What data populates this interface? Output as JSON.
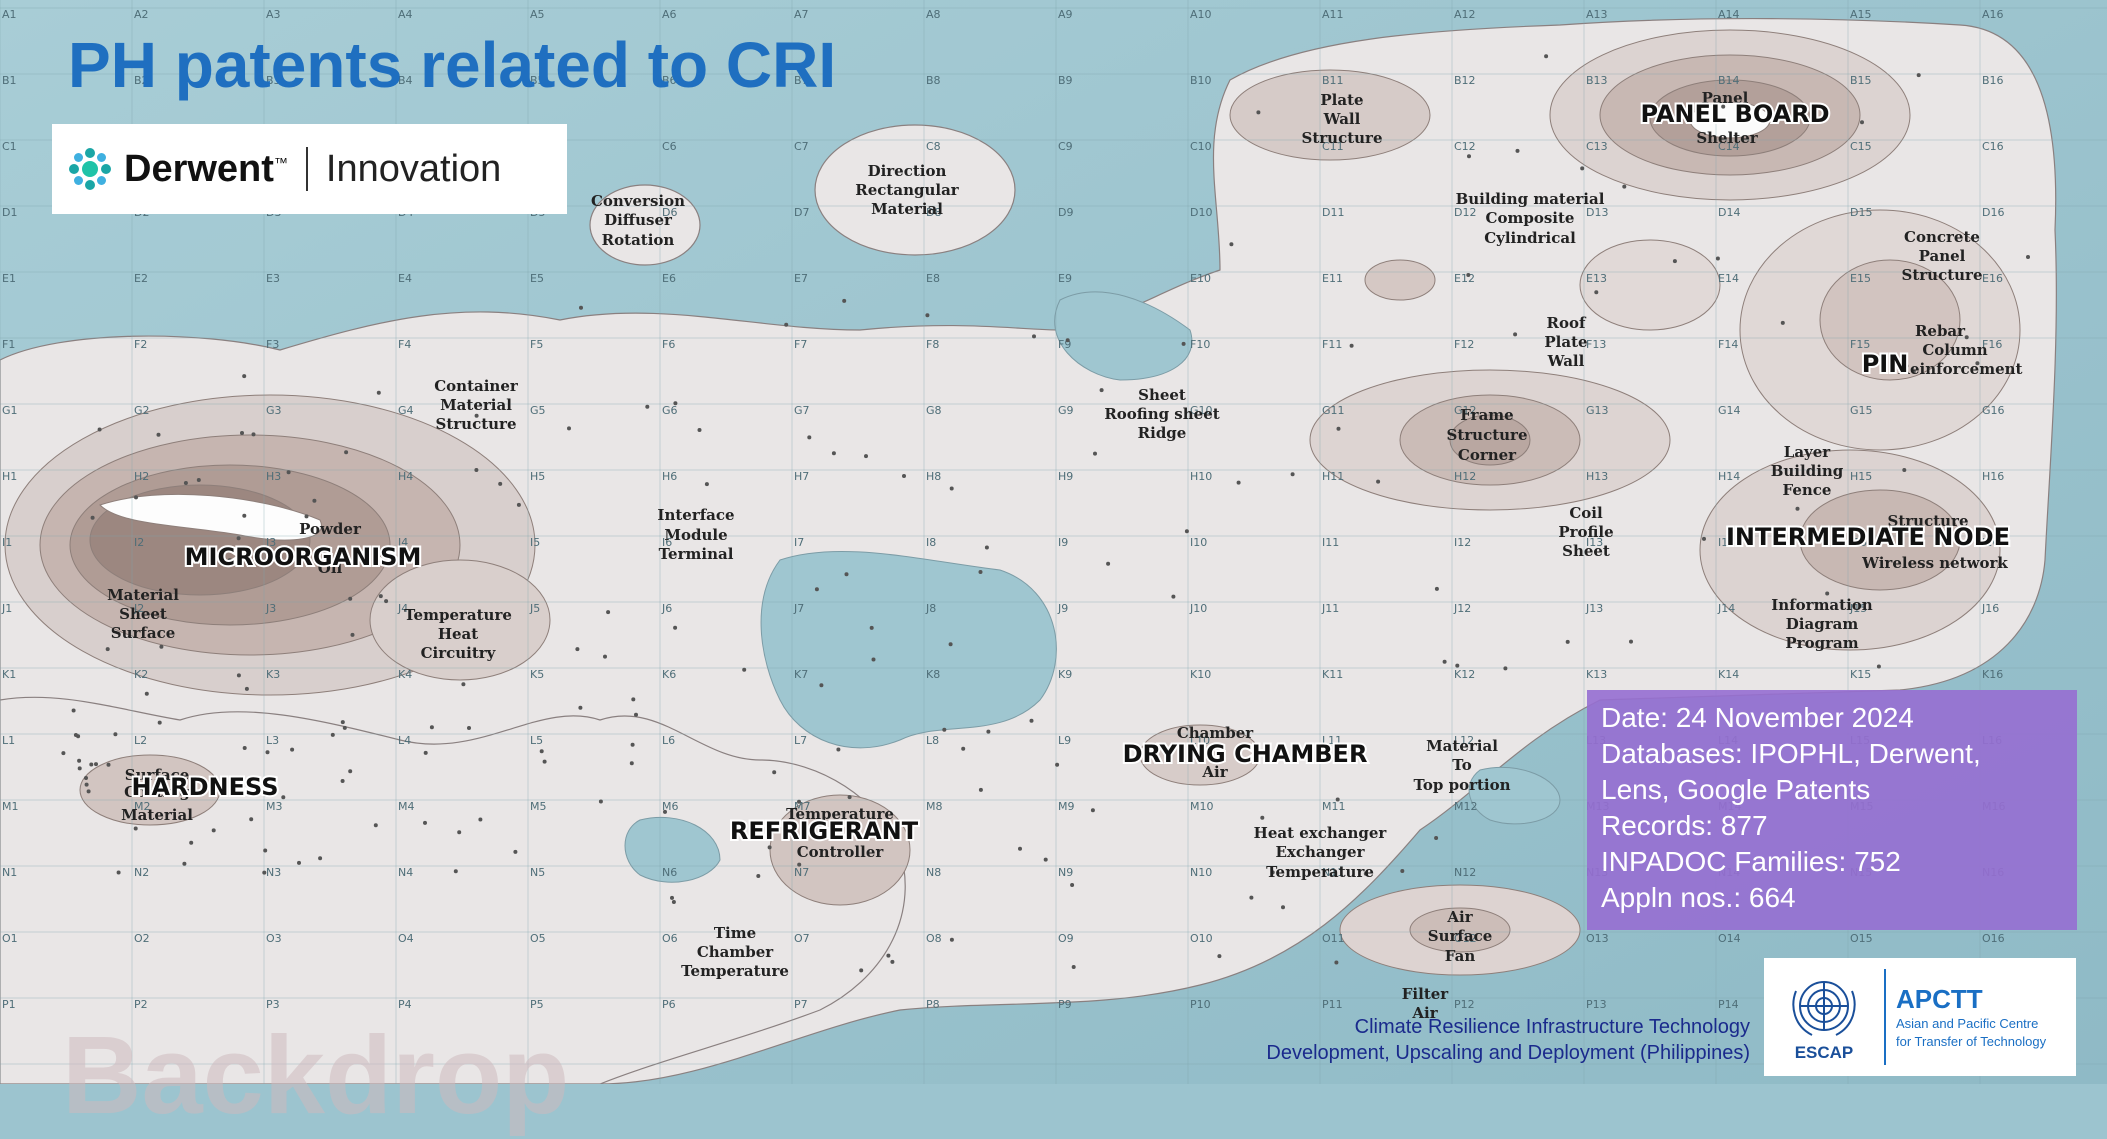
{
  "title": "PH patents related to CRI",
  "derwent_logo": {
    "brand": "Derwent",
    "trademark": "™",
    "product": "Innovation"
  },
  "grid": {
    "columns": [
      "A",
      "B",
      "C",
      "D",
      "E",
      "F",
      "G",
      "H",
      "I",
      "J",
      "K",
      "L",
      "M",
      "N",
      "O",
      "P"
    ],
    "rows": [
      "1",
      "2",
      "3",
      "4",
      "5",
      "6",
      "7",
      "8",
      "9",
      "10",
      "11",
      "12",
      "13",
      "14",
      "15",
      "16"
    ]
  },
  "clusters": [
    {
      "label": "PANEL BOARD"
    },
    {
      "label": "PIN"
    },
    {
      "label": "INTERMEDIATE NODE"
    },
    {
      "label": "MICROORGANISM"
    },
    {
      "label": "HARDNESS"
    },
    {
      "label": "REFRIGERANT"
    },
    {
      "label": "DRYING CHAMBER"
    }
  ],
  "terms": [
    {
      "label": "Plate"
    },
    {
      "label": "Wall"
    },
    {
      "label": "Structure"
    },
    {
      "label": "Panel"
    },
    {
      "label": "Shelter"
    },
    {
      "label": "Building material"
    },
    {
      "label": "Composite"
    },
    {
      "label": "Cylindrical"
    },
    {
      "label": "Concrete"
    },
    {
      "label": "Panel"
    },
    {
      "label": "Structure"
    },
    {
      "label": "Rebar"
    },
    {
      "label": "Column"
    },
    {
      "label": "Reinforcement"
    },
    {
      "label": "Roof"
    },
    {
      "label": "Plate"
    },
    {
      "label": "Wall"
    },
    {
      "label": "Frame"
    },
    {
      "label": "Structure"
    },
    {
      "label": "Corner"
    },
    {
      "label": "Layer"
    },
    {
      "label": "Building"
    },
    {
      "label": "Fence"
    },
    {
      "label": "Structure"
    },
    {
      "label": "Wireless network"
    },
    {
      "label": "Coil"
    },
    {
      "label": "Profile"
    },
    {
      "label": "Sheet"
    },
    {
      "label": "Information"
    },
    {
      "label": "Diagram"
    },
    {
      "label": "Program"
    },
    {
      "label": "Direction"
    },
    {
      "label": "Rectangular"
    },
    {
      "label": "Material"
    },
    {
      "label": "Conversion"
    },
    {
      "label": "Diffuser"
    },
    {
      "label": "Rotation"
    },
    {
      "label": "Container"
    },
    {
      "label": "Material"
    },
    {
      "label": "Structure"
    },
    {
      "label": "Sheet"
    },
    {
      "label": "Roofing sheet"
    },
    {
      "label": "Ridge"
    },
    {
      "label": "Interface"
    },
    {
      "label": "Module"
    },
    {
      "label": "Terminal"
    },
    {
      "label": "Powder"
    },
    {
      "label": "Oil"
    },
    {
      "label": "Material"
    },
    {
      "label": "Sheet"
    },
    {
      "label": "Surface"
    },
    {
      "label": "Temperature"
    },
    {
      "label": "Heat"
    },
    {
      "label": "Circuitry"
    },
    {
      "label": "Surface"
    },
    {
      "label": "Coating"
    },
    {
      "label": "Material"
    },
    {
      "label": "Chamber"
    },
    {
      "label": "Air"
    },
    {
      "label": "Material"
    },
    {
      "label": "To"
    },
    {
      "label": "Top portion"
    },
    {
      "label": "Temperature"
    },
    {
      "label": "Controller"
    },
    {
      "label": "Heat exchanger"
    },
    {
      "label": "Exchanger"
    },
    {
      "label": "Temperature"
    },
    {
      "label": "Time"
    },
    {
      "label": "Chamber"
    },
    {
      "label": "Temperature"
    },
    {
      "label": "Air"
    },
    {
      "label": "Surface"
    },
    {
      "label": "Fan"
    },
    {
      "label": "Filter"
    },
    {
      "label": "Air"
    }
  ],
  "info_box": {
    "line1": "Date: 24 November 2024",
    "line2": "Databases: IPOPHL, Derwent,",
    "line3": "Lens, Google Patents",
    "line4": "Records: 877",
    "line5": "INPADOC Families: 752",
    "line6": "Appln nos.: 664"
  },
  "footer": {
    "line1": "Climate Resilience Infrastructure Technology",
    "line2": "Development, Upscaling and Deployment (Philippines)"
  },
  "apctt_logo": {
    "escap": "ESCAP",
    "name": "APCTT",
    "desc1": "Asian and Pacific Centre",
    "desc2": "for Transfer of Technology"
  },
  "backdrop_text": "Backdrop",
  "colors": {
    "title": "#1f6fc0",
    "sea": "#9cc4cf",
    "land": "#e8e4e4",
    "peak": "#a89088",
    "info_box": "#966ed2"
  }
}
